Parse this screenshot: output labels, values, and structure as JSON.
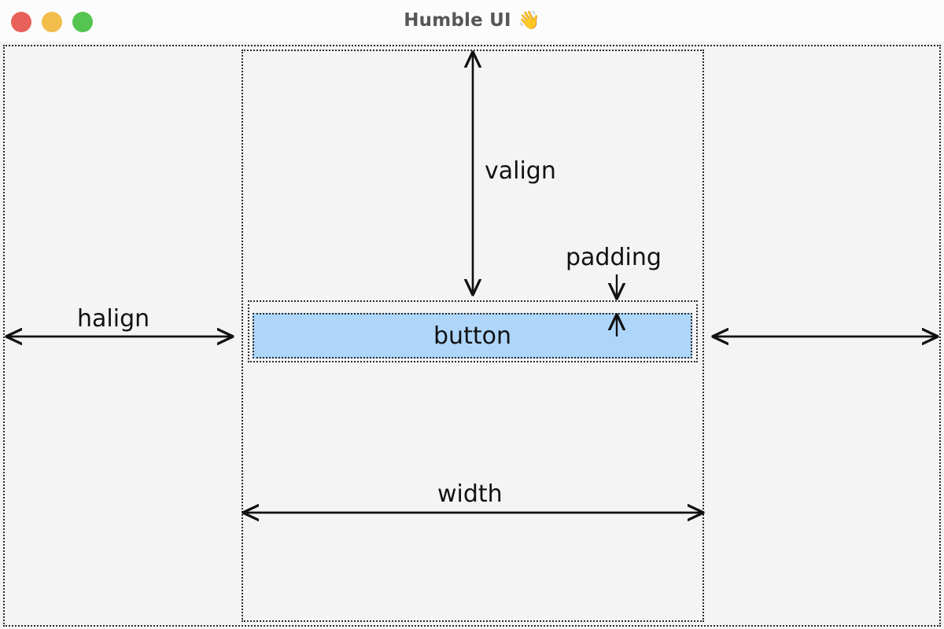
{
  "window": {
    "title": "Humble UI 👋",
    "traffic_lights": [
      {
        "name": "close",
        "color": "#e8605a"
      },
      {
        "name": "minimize",
        "color": "#f2bd4b"
      },
      {
        "name": "zoom",
        "color": "#55c451"
      }
    ]
  },
  "diagram": {
    "background": "#f4f4f4",
    "stroke": "#2b2b2b",
    "button": {
      "label": "button",
      "fill": "#aed6fb"
    },
    "annotations": [
      {
        "name": "halign",
        "label": "halign"
      },
      {
        "name": "valign",
        "label": "valign"
      },
      {
        "name": "padding",
        "label": "padding"
      },
      {
        "name": "width",
        "label": "width"
      }
    ]
  }
}
